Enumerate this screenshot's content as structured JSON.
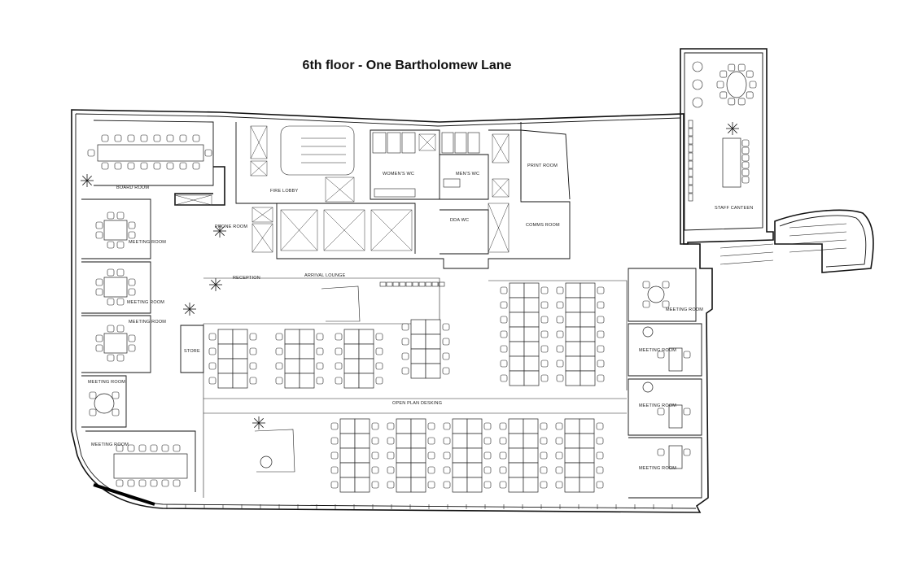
{
  "title": "6th floor - One Bartholomew Lane",
  "rooms": {
    "board_room": "BOARD ROOM",
    "meeting_room_1": "MEETING ROOM",
    "meeting_room_2": "MEETING ROOM",
    "meeting_room_3": "MEETING ROOM",
    "meeting_room_4": "MEETING ROOM",
    "meeting_room_5": "MEETING ROOM",
    "meeting_room_r1": "MEETING ROOM",
    "meeting_room_r2": "MEETING ROOM",
    "meeting_room_r3": "MEETING ROOM",
    "meeting_room_r4": "MEETING ROOM",
    "phone_room": "PHONE ROOM",
    "fire_lobby": "FIRE LOBBY",
    "womens_wc": "WOMEN'S WC",
    "mens_wc": "MEN'S WC",
    "print_room": "PRINT ROOM",
    "comms_room": "COMMS ROOM",
    "da_wc": "DDA WC",
    "reception": "RECEPTION",
    "arrival_lounge": "ARRIVAL LOUNGE",
    "store": "STORE",
    "open_plan": "OPEN PLAN DESKING",
    "staff_canteen": "STAFF CANTEEN"
  }
}
